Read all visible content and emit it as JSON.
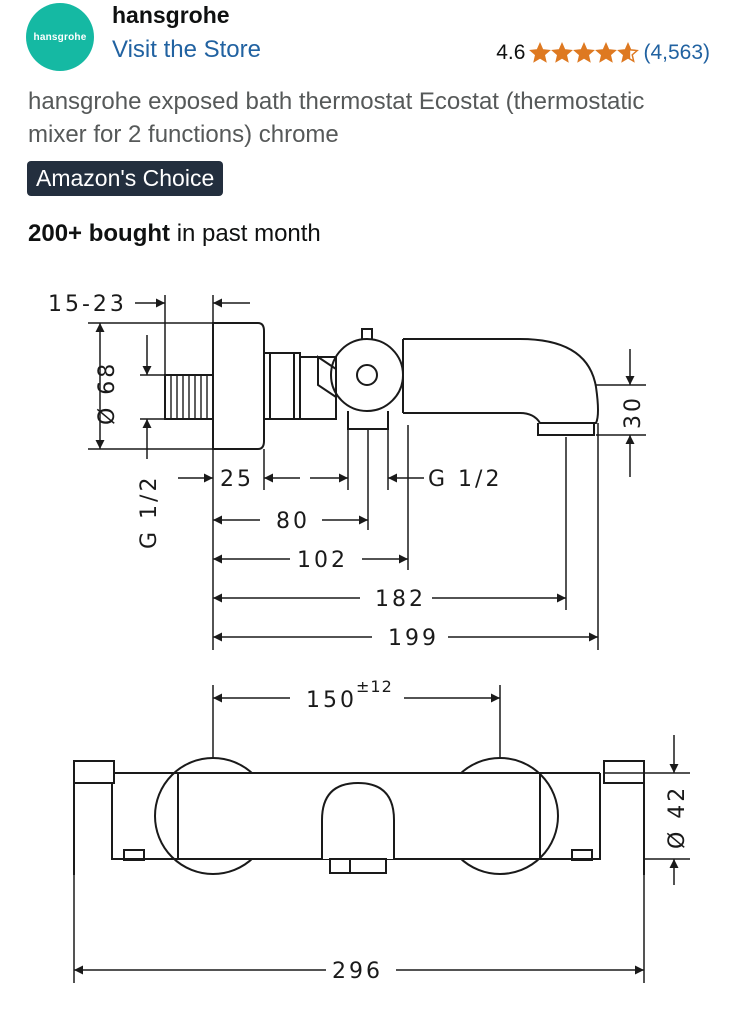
{
  "brand": {
    "logo_text": "hansgrohe",
    "name": "hansgrohe",
    "store_link": "Visit the Store"
  },
  "rating": {
    "value": "4.6",
    "stars": 4.6,
    "reviews": "(4,563)",
    "star_color": "#de7921"
  },
  "product": {
    "title": "hansgrohe exposed bath thermostat Ecostat (thermostatic mixer for 2 functions) chrome",
    "badge": "Amazon's Choice",
    "bought_bold": "200+ bought",
    "bought_rest": " in past month"
  },
  "drawing": {
    "dim_15_23": "15-23",
    "dim_dia_68": "Ø 68",
    "dim_g_half_left": "G 1/2",
    "dim_25": "25",
    "dim_g_half_right": "G 1/2",
    "dim_80": "80",
    "dim_102": "102",
    "dim_182": "182",
    "dim_199": "199",
    "dim_30": "30",
    "dim_150": "150",
    "dim_150_tol": "±12",
    "dim_dia_42": "Ø 42",
    "dim_296": "296"
  }
}
